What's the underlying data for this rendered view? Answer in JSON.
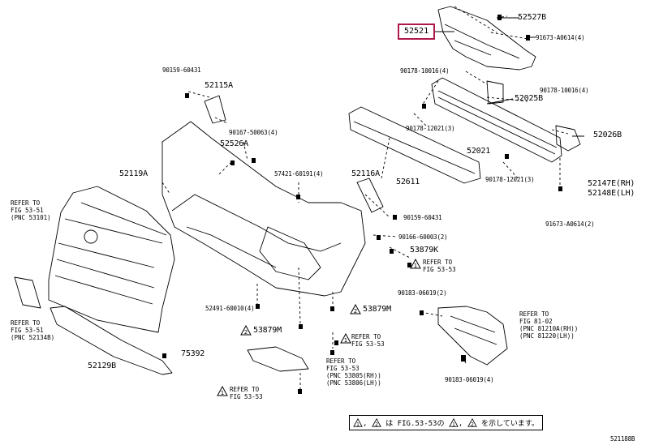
{
  "highlight": "52521",
  "parts": {
    "p52527B": "52527B",
    "p91673_A0614_4": "91673-A0614(4)",
    "p90178_10016_4a": "90178-10016(4)",
    "p90178_10016_4b": "90178-10016(4)",
    "p52025B": "52025B",
    "p52026B": "52026B",
    "p90178_12021_3a": "90178-12021(3)",
    "p90178_12021_3b": "90178-12021(3)",
    "p52021": "52021",
    "p52147E": "52147E(RH)",
    "p52148E": "52148E(LH)",
    "p91673_A0614_2": "91673-A0614(2)",
    "p90159_60431a": "90159-60431",
    "p52115A": "52115A",
    "p90167_50063": "90167-50063(4)",
    "p52526A": "52526A",
    "p52119A": "52119A",
    "p57421": "57421-60191(4)",
    "p52116A": "52116A",
    "p52611": "52611",
    "p90159_60431b": "90159-60431",
    "p90166_60003": "90166-60003(2)",
    "p53879K": "53879K",
    "p52491": "52491-60010(4)",
    "p53879M_a": "53879M",
    "p53879M_b": "53879M",
    "p90183_06019_2": "90183-06019(2)",
    "p90183_06019_4": "90183-06019(4)",
    "p75392": "75392",
    "p52129B": "52129B",
    "ref_fig": "521188B"
  },
  "refs": {
    "r1": "REFER TO\nFIG 53-51\n(PNC 53101)",
    "r2": "REFER TO\nFIG 53-51\n(PNC 52134B)",
    "r3": "REFER TO\nFIG 53-53",
    "r4": "REFER TO\nFIG 53-53",
    "r5": "REFER TO\nFIG 53-53\n(PNC 53805(RH))\n(PNC 53806(LH))",
    "r6": "REFER TO\nFIG 53-53",
    "r7": "REFER TO\nFIG 81-02\n(PNC 81210A(RH))\n(PNC 81220(LH))"
  },
  "note": {
    "text": "は FIG.53-53の",
    "text2": "を示しています。"
  }
}
